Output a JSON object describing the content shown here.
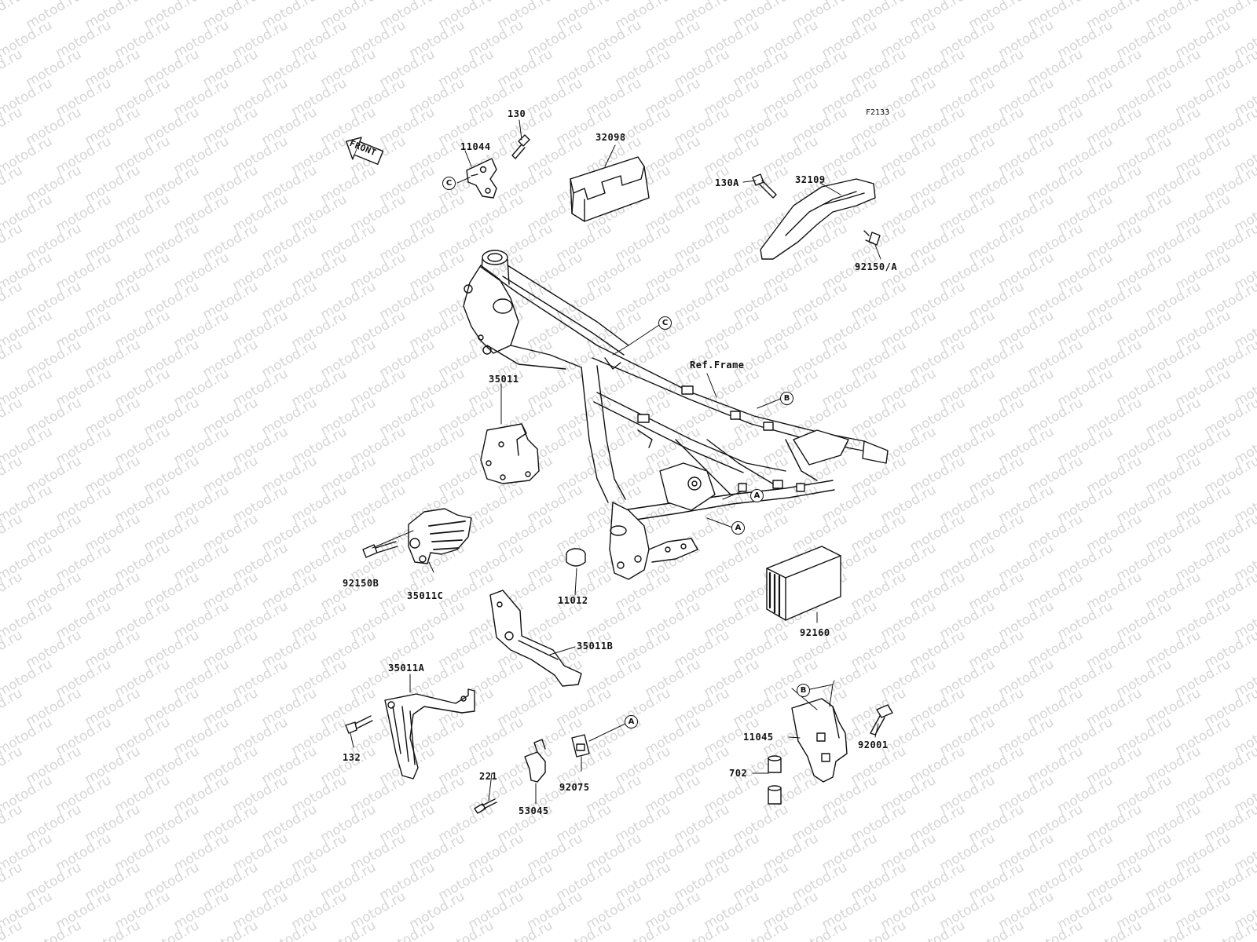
{
  "diagram_code": "F2133",
  "watermark_text": "motod.ru",
  "front_label": "FRONT",
  "frame_label": "Ref.Frame",
  "parts": {
    "p130": "130",
    "p11044": "11044",
    "p32098": "32098",
    "p32109": "32109",
    "p130A": "130A",
    "p92150A": "92150/A",
    "p35011": "35011",
    "p92150B": "92150B",
    "p35011C": "35011C",
    "p11012": "11012",
    "p35011B": "35011B",
    "p35011A": "35011A",
    "p132": "132",
    "p221": "221",
    "p53045": "53045",
    "p92075": "92075",
    "p92160": "92160",
    "p11045": "11045",
    "p92001": "92001",
    "p702": "702"
  },
  "refs": {
    "c1": "C",
    "c2": "C",
    "b1": "B",
    "b2": "B",
    "a1": "A",
    "a2": "A",
    "a3": "A"
  },
  "colors": {
    "line": "#111111",
    "watermark": "#d6d6d6",
    "part_fill": "#ffffff"
  }
}
